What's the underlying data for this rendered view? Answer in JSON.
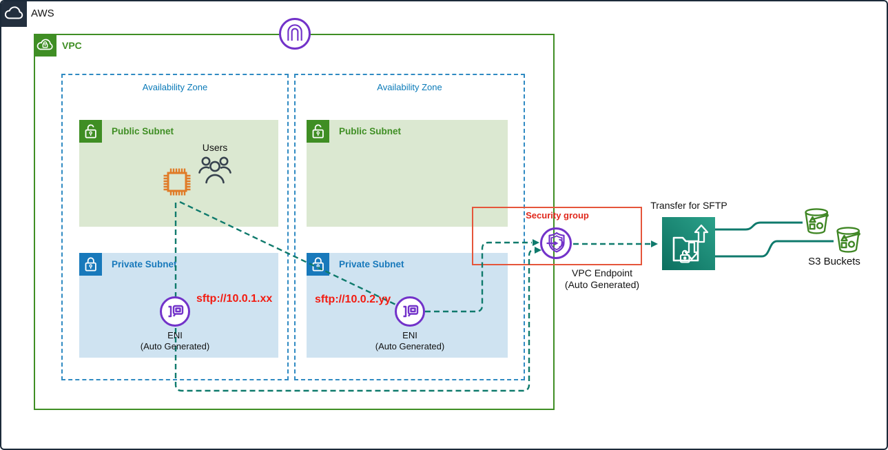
{
  "aws": {
    "label": "AWS"
  },
  "vpc": {
    "label": "VPC"
  },
  "zones": [
    {
      "label": "Availability Zone",
      "public_subnet": {
        "label": "Public Subnet"
      },
      "private_subnet": {
        "label": "Private Subnet"
      },
      "eni": {
        "label": "ENI",
        "sublabel": "(Auto Generated)",
        "endpoint_url": "sftp://10.0.1.xx"
      }
    },
    {
      "label": "Availability Zone",
      "public_subnet": {
        "label": "Public Subnet"
      },
      "private_subnet": {
        "label": "Private Subnet"
      },
      "eni": {
        "label": "ENI",
        "sublabel": "(Auto Generated)",
        "endpoint_url": "sftp://10.0.2.yy"
      }
    }
  ],
  "users": {
    "label": "Users"
  },
  "security_group": {
    "label": "Security group"
  },
  "vpc_endpoint": {
    "label": "VPC Endpoint",
    "sublabel": "(Auto Generated)"
  },
  "transfer": {
    "label": "Transfer for SFTP"
  },
  "s3": {
    "label": "S3 Buckets"
  },
  "icons": {
    "aws_cloud": "white cloud outline on dark navy square",
    "vpc_cloud_lock": "white cloud with lock on green square",
    "vpc_magnet": "purple magnet in circle on VPC border",
    "public_subnet_lock": "open padlock on green square",
    "private_subnet_lock": "closed padlock on blue square",
    "instance_chip": "orange CPU chip outline",
    "users": "three person silhouettes",
    "eni": "purple network interface in circle",
    "vpc_endpoint_shield": "purple shield with inbound arrow in circle",
    "transfer_sftp": "white folder with up/down arrows and lock on teal square",
    "s3_bucket": "green bucket outline with shapes"
  },
  "colors": {
    "aws_dark": "#232f3e",
    "vpc_green": "#3f8e24",
    "public_subnet_bg": "#dbe8d1",
    "private_subnet_bg": "#cfe3f1",
    "subnet_blue": "#1879bb",
    "az_border_blue": "#2f8ac2",
    "flow_teal": "#0f7a6c",
    "resource_purple": "#7232c9",
    "chip_orange": "#e07b27",
    "security_group_border": "#e5553a",
    "security_group_text": "#e0281c",
    "sftp_text_red": "#f31b10",
    "transfer_teal_dark": "#0c6f5f",
    "transfer_teal_light": "#2ba18a",
    "bucket_green": "#3f8624",
    "users_gray": "#37424e"
  }
}
